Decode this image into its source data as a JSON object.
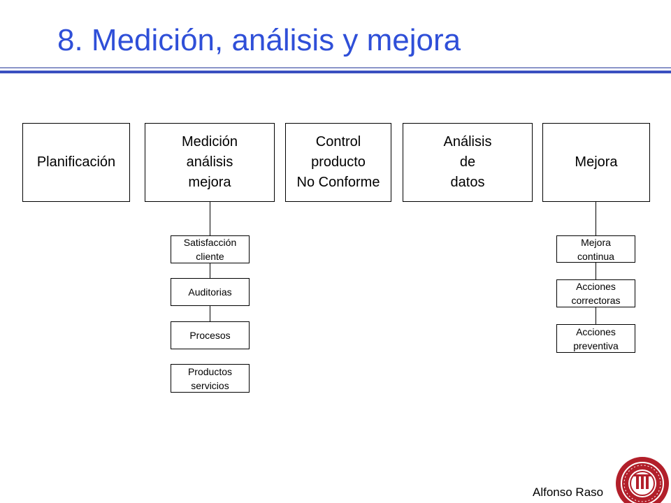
{
  "slide": {
    "title": "8. Medición, análisis y mejora",
    "author": "Alfonso Raso",
    "title_color": "#2f4fd8"
  },
  "diagram": {
    "main_boxes": [
      {
        "id": "planificacion",
        "label": "Planificación"
      },
      {
        "id": "medicion",
        "label": "Medición\nanálisis\nmejora"
      },
      {
        "id": "control",
        "label": "Control\nproducto\nNo Conforme"
      },
      {
        "id": "analisis",
        "label": "Análisis\nde\ndatos"
      },
      {
        "id": "mejora",
        "label": "Mejora"
      }
    ],
    "medicion_children": [
      {
        "id": "satisfaccion",
        "label": "Satisfacción\ncliente"
      },
      {
        "id": "auditorias",
        "label": "Auditorias"
      },
      {
        "id": "procesos",
        "label": "Procesos"
      },
      {
        "id": "productos",
        "label": "Productos\nservicios"
      }
    ],
    "mejora_children": [
      {
        "id": "mejora-continua",
        "label": "Mejora\ncontinua"
      },
      {
        "id": "acciones-correctoras",
        "label": "Acciones\ncorrectoras"
      },
      {
        "id": "acciones-preventiva",
        "label": "Acciones\npreventiva"
      }
    ]
  },
  "logo": {
    "icon": "university-seal-icon"
  }
}
